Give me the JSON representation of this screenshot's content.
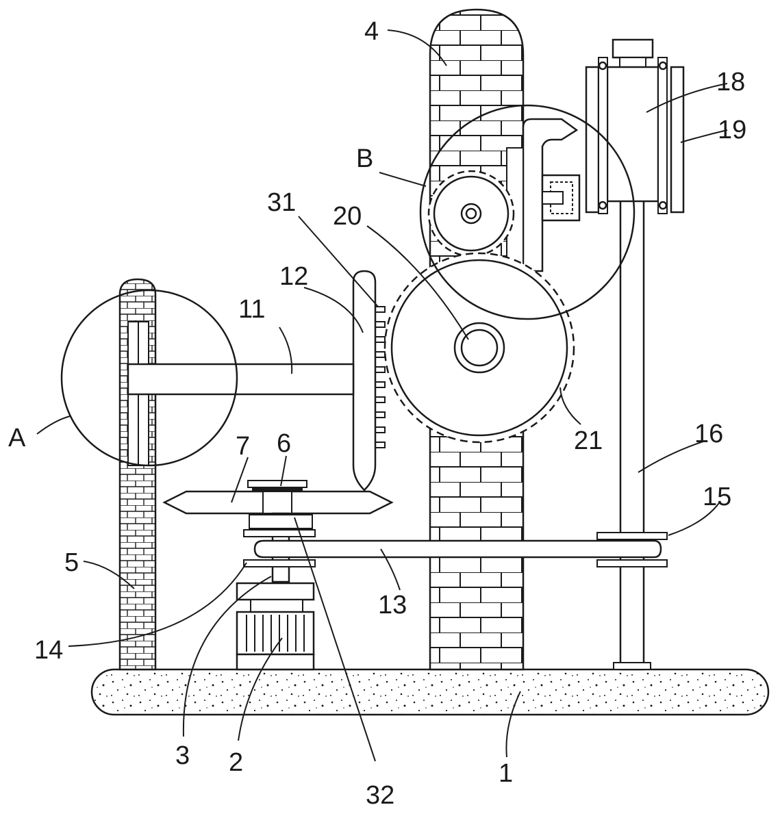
{
  "labels": {
    "l1": "1",
    "l2": "2",
    "l3": "3",
    "l4": "4",
    "l5": "5",
    "l6": "6",
    "l7": "7",
    "l11": "11",
    "l12": "12",
    "l13": "13",
    "l14": "14",
    "l15": "15",
    "l16": "16",
    "l18": "18",
    "l19": "19",
    "l20": "20",
    "l21": "21",
    "l31": "31",
    "l32": "32",
    "lA": "A",
    "lB": "B"
  }
}
